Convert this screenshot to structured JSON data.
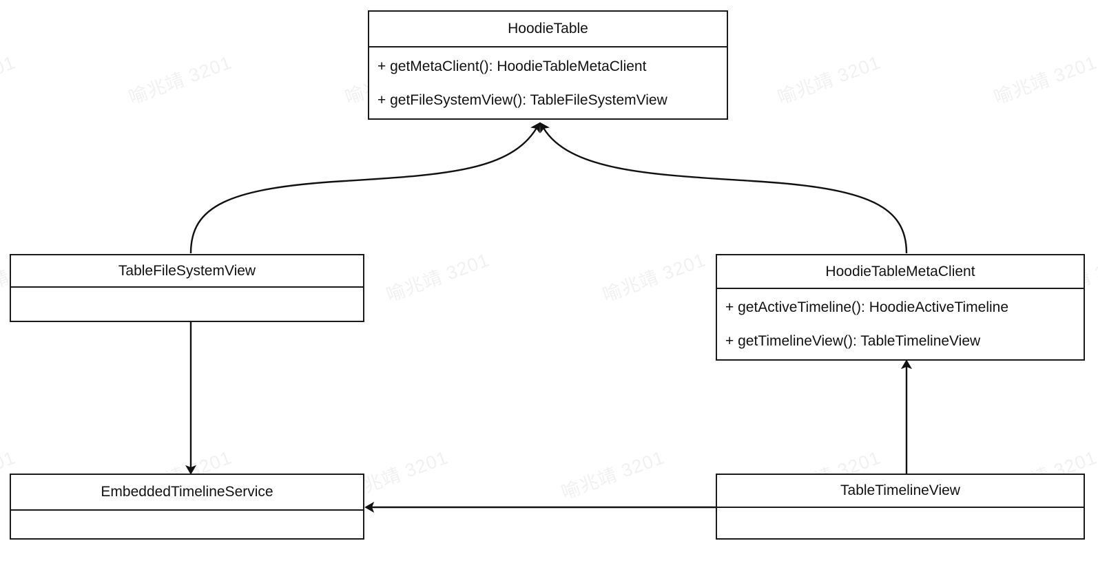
{
  "diagram": {
    "type": "uml-class-diagram",
    "background": "#ffffff",
    "stroke_color": "#1a1a1a",
    "text_color": "#111111",
    "watermark": {
      "text": "喻兆靖 3201",
      "color": "#f1f1f1",
      "rotation_deg": -20
    },
    "classes": [
      {
        "id": "hoodie-table",
        "name": "HoodieTable",
        "members": [
          "+ getMetaClient(): HoodieTableMetaClient",
          "+ getFileSystemView(): TableFileSystemView"
        ]
      },
      {
        "id": "table-file-system-view",
        "name": "TableFileSystemView",
        "members": []
      },
      {
        "id": "hoodie-table-meta-client",
        "name": "HoodieTableMetaClient",
        "members": [
          "+ getActiveTimeline(): HoodieActiveTimeline",
          "+ getTimelineView(): TableTimelineView"
        ]
      },
      {
        "id": "embedded-timeline-service",
        "name": "EmbeddedTimelineService",
        "members": []
      },
      {
        "id": "table-timeline-view",
        "name": "TableTimelineView",
        "members": []
      }
    ],
    "edges": [
      {
        "id": "edge-tfsv-to-hoodie-table",
        "from": "table-file-system-view",
        "to": "hoodie-table",
        "style": "curved",
        "arrow": "solid-filled"
      },
      {
        "id": "edge-htmc-to-hoodie-table",
        "from": "hoodie-table-meta-client",
        "to": "hoodie-table",
        "style": "curved",
        "arrow": "solid-filled"
      },
      {
        "id": "edge-tfsv-to-ets",
        "from": "table-file-system-view",
        "to": "embedded-timeline-service",
        "style": "straight-vertical",
        "arrow": "solid-filled"
      },
      {
        "id": "edge-ttv-to-htmc",
        "from": "table-timeline-view",
        "to": "hoodie-table-meta-client",
        "style": "straight-vertical",
        "arrow": "solid-filled"
      },
      {
        "id": "edge-ttv-to-ets",
        "from": "table-timeline-view",
        "to": "embedded-timeline-service",
        "style": "straight-horizontal",
        "arrow": "solid-filled"
      }
    ]
  }
}
